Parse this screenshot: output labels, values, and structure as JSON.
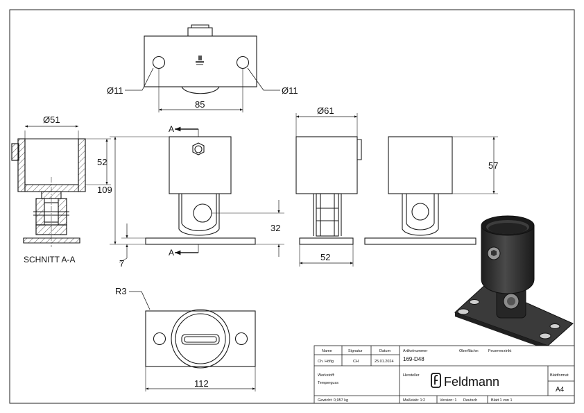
{
  "dimensions": {
    "hole_left": "Ø11",
    "hole_right": "Ø11",
    "hole_spacing": "85",
    "section_dia": "Ø51",
    "section_height": "52",
    "front_height": "109",
    "pivot_height": "32",
    "plate_thickness": "7",
    "side_dia": "Ø61",
    "side_width": "52",
    "right_height": "57",
    "radius": "R3",
    "plate_length": "112"
  },
  "labels": {
    "section_marker_top": "A",
    "section_marker_bottom": "A",
    "section_title": "SCHNITT A-A"
  },
  "title_block": {
    "header_name": "Name",
    "header_signatur": "Signatur",
    "header_datum": "Datum",
    "name": "Ch. Höfig",
    "signatur": "CH",
    "datum": "25.01.2024",
    "artikelnummer_label": "Artikelnummer",
    "artikelnummer": "169-D48",
    "oberflaeche_label": "Oberfläche:",
    "oberflaeche": "Feuerverzinkt",
    "werkstoff_label": "Werkstoff:",
    "werkstoff": "Temperguss",
    "hersteller_label": "Hersteller",
    "brand": "Feldmann",
    "blattformat_label": "Blattformat",
    "blattformat": "A4",
    "gewicht": "Gewicht: 0,957 kg",
    "massstab": "Maßstab: 1:2",
    "version": "Version: 1",
    "sprache": "Deutsch",
    "blatt": "Blatt 1 von 1"
  },
  "colors": {
    "line": "#1a1a1a",
    "body_3d": "#2b2b2b",
    "plate_3d": "#3a3a3a"
  }
}
